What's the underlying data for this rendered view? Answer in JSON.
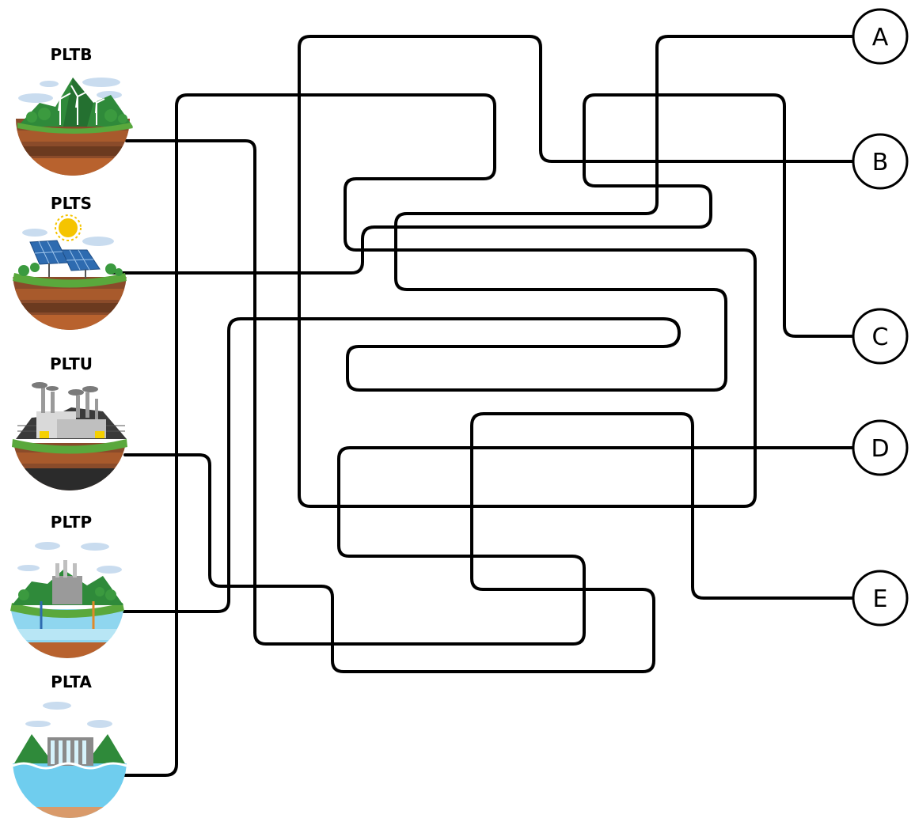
{
  "plants": [
    {
      "id": "pltb",
      "label": "PLTB",
      "icon": "wind-turbine-icon"
    },
    {
      "id": "plts",
      "label": "PLTS",
      "icon": "solar-panel-icon"
    },
    {
      "id": "pltu",
      "label": "PLTU",
      "icon": "steam-power-plant-icon"
    },
    {
      "id": "pltp",
      "label": "PLTP",
      "icon": "geothermal-plant-icon"
    },
    {
      "id": "plta",
      "label": "PLTA",
      "icon": "hydro-dam-icon"
    }
  ],
  "letters": [
    {
      "id": "a",
      "label": "A"
    },
    {
      "id": "b",
      "label": "B"
    },
    {
      "id": "c",
      "label": "C"
    },
    {
      "id": "d",
      "label": "D"
    },
    {
      "id": "e",
      "label": "E"
    }
  ],
  "colors": {
    "wire": "#000000",
    "grass": "#5aa83c",
    "soil": "#8a4b2a",
    "soil_dark": "#6b3a1f",
    "soil_light": "#b8622e",
    "mountain": "#2f8a3a",
    "sky_cloud": "#b9d4ec",
    "water": "#7fd0ef",
    "sun": "#f5c400"
  }
}
